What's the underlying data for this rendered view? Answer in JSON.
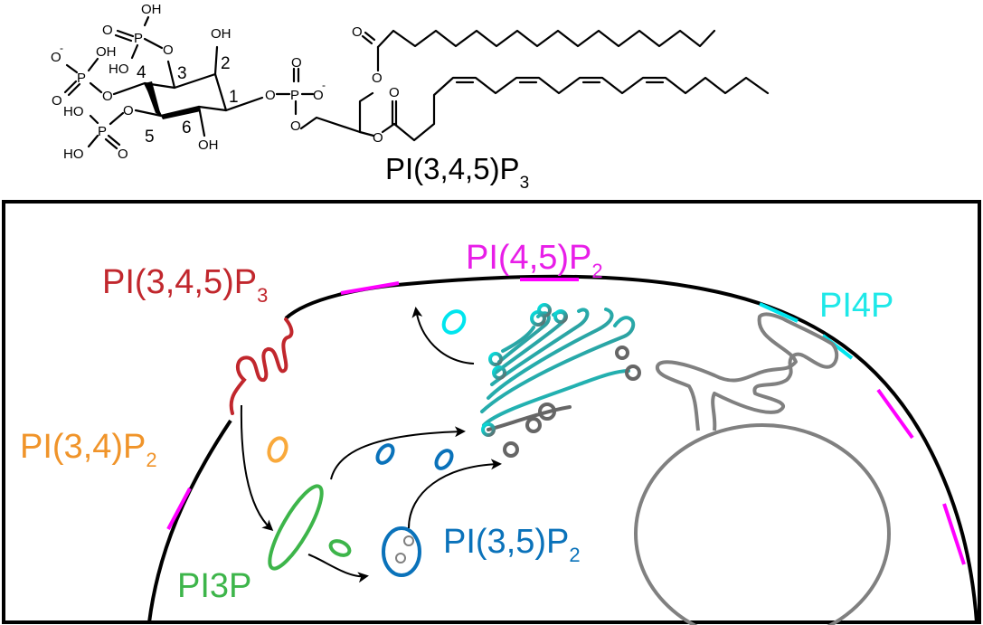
{
  "structure": {
    "name_main": "PI(3,4,5)P",
    "name_sub": "3",
    "ring_positions": [
      "1",
      "2",
      "3",
      "4",
      "5",
      "6"
    ],
    "atoms": {
      "OH": "OH",
      "HO": "HO",
      "O": "O",
      "P": "P",
      "O_minus": "O",
      "minus": "-"
    }
  },
  "cell": {
    "labels": [
      {
        "id": "pip3",
        "main": "PI(3,4,5)P",
        "sub": "3",
        "color": "#c1272d"
      },
      {
        "id": "pi45p2",
        "main": "PI(4,5)P",
        "sub": "2",
        "color": "#e81ee8"
      },
      {
        "id": "pi4p",
        "main": "PI4P",
        "sub": "",
        "color": "#1ee8e8"
      },
      {
        "id": "pi34p2",
        "main": "PI(3,4)P",
        "sub": "2",
        "color": "#f0942a"
      },
      {
        "id": "pi3p",
        "main": "PI3P",
        "sub": "",
        "color": "#3db54a"
      },
      {
        "id": "pi35p2",
        "main": "PI(3,5)P",
        "sub": "2",
        "color": "#0a72ba"
      }
    ],
    "colors": {
      "membrane": "#000000",
      "pi45p2_segments": "#ff00ff",
      "pi4p_segments": "#00e5ee",
      "organelle_gray": "#808080",
      "golgi_dark": "#666666"
    }
  }
}
